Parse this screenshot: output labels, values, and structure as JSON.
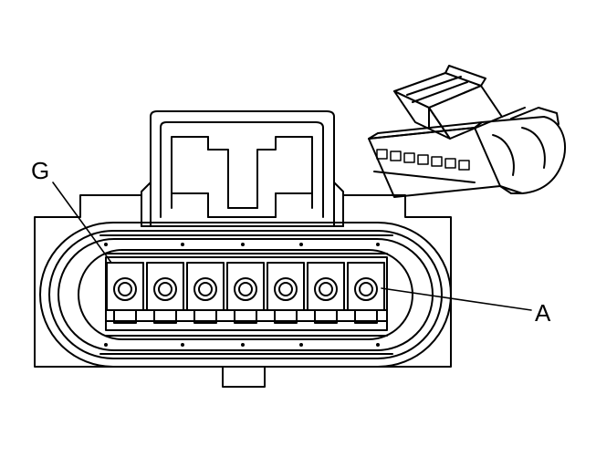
{
  "callouts": {
    "left": "G",
    "right": "A"
  },
  "connector": {
    "cavity_count": 7
  },
  "colors": {
    "line": "#000000",
    "background": "#ffffff"
  }
}
